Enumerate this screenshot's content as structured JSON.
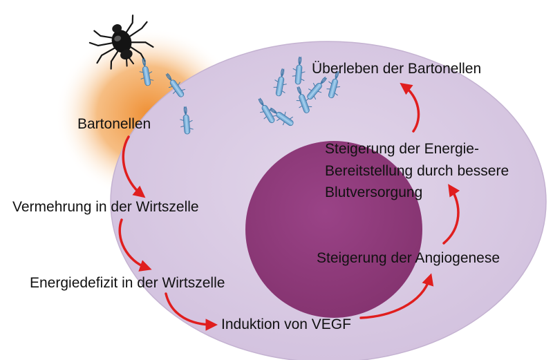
{
  "colors": {
    "cell": "#d9cbe2",
    "cell_edge": "#c2b0cf",
    "nucleus": "#8e3a7a",
    "glow": "#f0a04a",
    "arrow": "#e01e1e",
    "bacteria": "#7eb6df",
    "tick": "#151515"
  },
  "icons": {
    "vector": "tick-icon",
    "bacterium": "bacterium-icon"
  },
  "labels": {
    "bartonellen": "Bartonellen",
    "vermehrung": "Vermehrung in der Wirtszelle",
    "energiedefizit": "Energiedefizit in der Wirtszelle",
    "induktion": "Induktion von VEGF",
    "angiogenese": "Steigerung der Angiogenese",
    "energie_line1": "Steigerung der Energie-",
    "energie_line2": "Bereitstellung durch bessere",
    "energie_line3": "Blutversorgung",
    "ueberleben": "Überleben der Bartonellen"
  }
}
